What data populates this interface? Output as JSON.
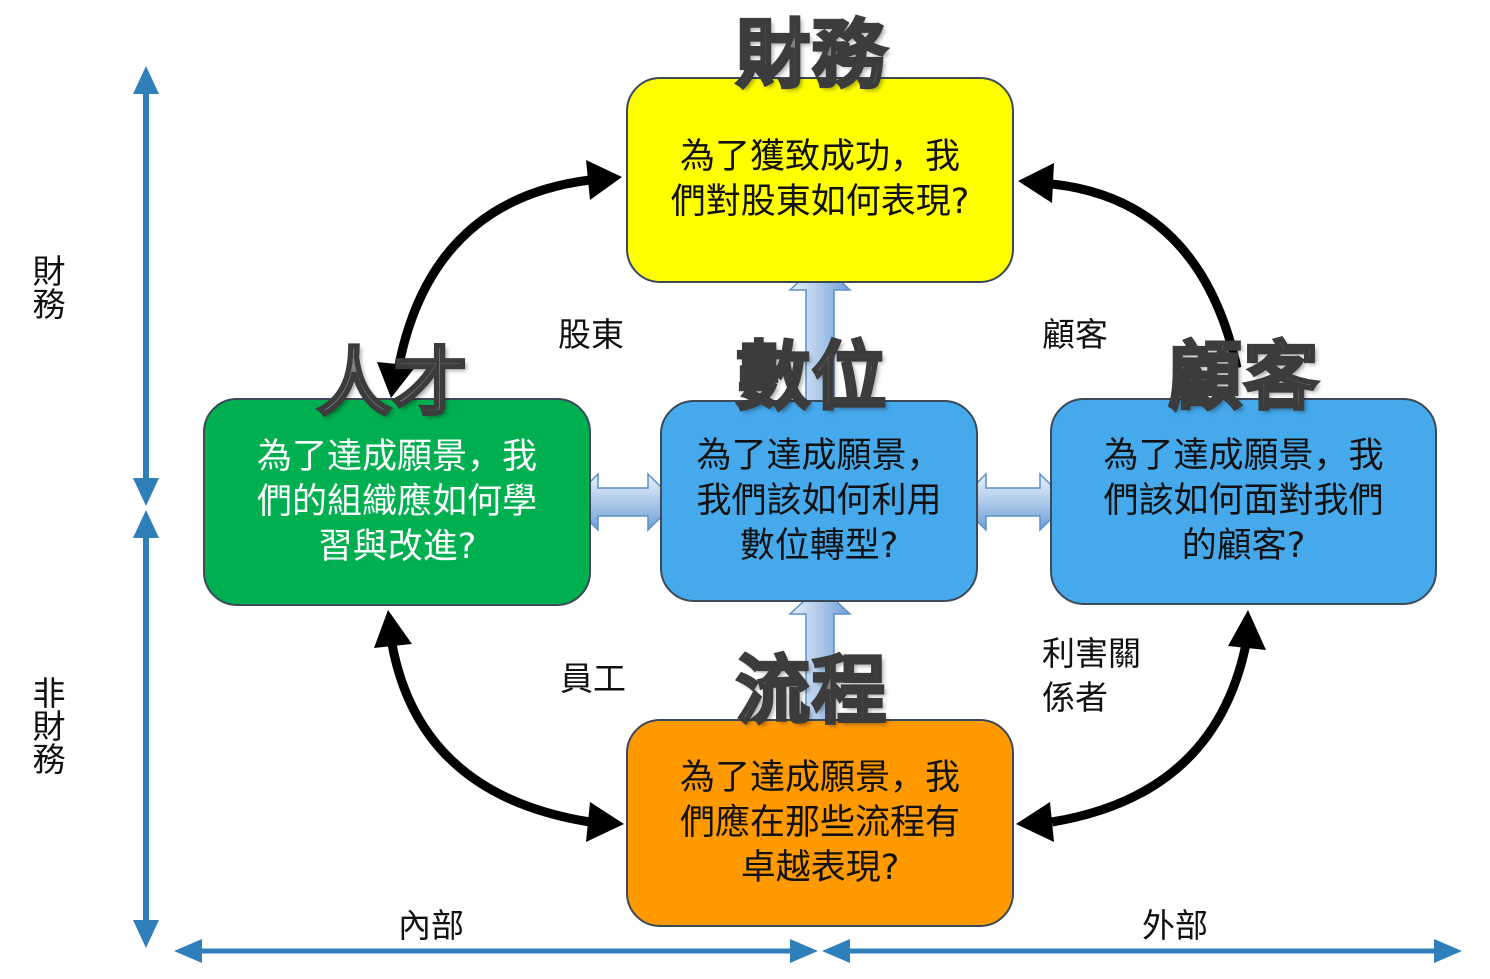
{
  "boxes": {
    "finance": {
      "title": "財務",
      "lines": [
        "為了獲致成功，我",
        "們對股東如何表現?"
      ],
      "color": "#ffff00"
    },
    "digital": {
      "title": "數位",
      "lines": [
        "為了達成願景，",
        "我們該如何利用",
        "數位轉型?"
      ],
      "color": "#45a9ec"
    },
    "talent": {
      "title": "人才",
      "lines": [
        "為了達成願景，我",
        "們的組織應如何學",
        "習與改進?"
      ],
      "color": "#00b050"
    },
    "customer": {
      "title": "顧客",
      "lines": [
        "為了達成願景，我",
        "們該如何面對我們",
        "的顧客?"
      ],
      "color": "#45a9ec"
    },
    "process": {
      "title": "流程",
      "lines": [
        "為了達成願景，我",
        "們應在那些流程有",
        "卓越表現?"
      ],
      "color": "#ff9900"
    }
  },
  "arc_labels": {
    "shareholder": "股東",
    "customer": "顧客",
    "employee": "員工",
    "stakeholder": "利害關係者"
  },
  "axes": {
    "vertical_top": "財務",
    "vertical_bottom": "非財務",
    "horizontal_left": "內部",
    "horizontal_right": "外部",
    "axis_color": "#2e7fba"
  }
}
